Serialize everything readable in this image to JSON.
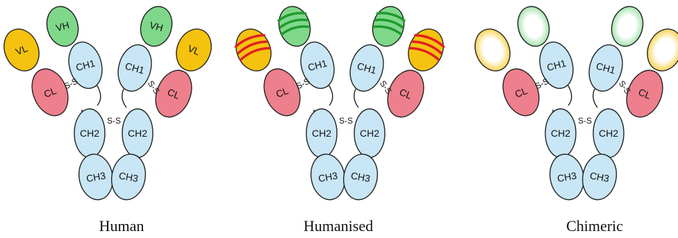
{
  "captions": [
    "Human",
    "Humanised",
    "Chimeric"
  ],
  "labels": {
    "vh": "VH",
    "vl": "VL",
    "ch1": "CH1",
    "cl": "CL",
    "ch2": "CH2",
    "ch3": "CH3",
    "ss": "S-S"
  },
  "colors": {
    "constant": "#c8e6f5",
    "variable_heavy": "#7fd88a",
    "variable_light": "#f5c20f",
    "light_constant": "#ee7f8c",
    "cdr_heavy": "#1f9a2e",
    "cdr_light": "#e02020",
    "outline": "#222222"
  },
  "antibodies": [
    {
      "name": "human",
      "style": "solid-variable"
    },
    {
      "name": "humanised",
      "style": "striped-variable"
    },
    {
      "name": "chimeric",
      "style": "hollow-variable"
    }
  ]
}
